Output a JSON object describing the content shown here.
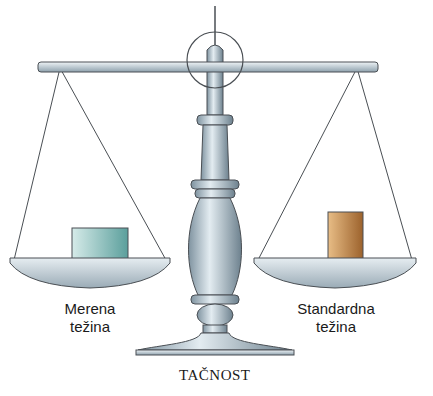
{
  "diagram": {
    "caption": "TAČNOST",
    "labels": [
      "Merena težina",
      "Standardna težina"
    ]
  }
}
